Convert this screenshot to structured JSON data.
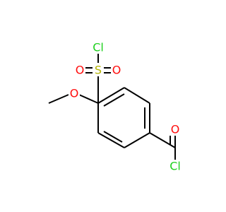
{
  "atoms": {
    "cl_sulfonyl": {
      "label": "Cl",
      "color": "#1fd01f"
    },
    "s": {
      "label": "S",
      "color": "#b2b200"
    },
    "o_sulfonyl_left": {
      "label": "O",
      "color": "#ff0d0d"
    },
    "o_sulfonyl_right": {
      "label": "O",
      "color": "#ff0d0d"
    },
    "o_methoxy": {
      "label": "O",
      "color": "#ff0d0d"
    },
    "o_carbonyl": {
      "label": "O",
      "color": "#ff0d0d"
    },
    "cl_acyl": {
      "label": "Cl",
      "color": "#1fd01f"
    }
  },
  "colors": {
    "bond": "#000000",
    "background": "#ffffff"
  }
}
